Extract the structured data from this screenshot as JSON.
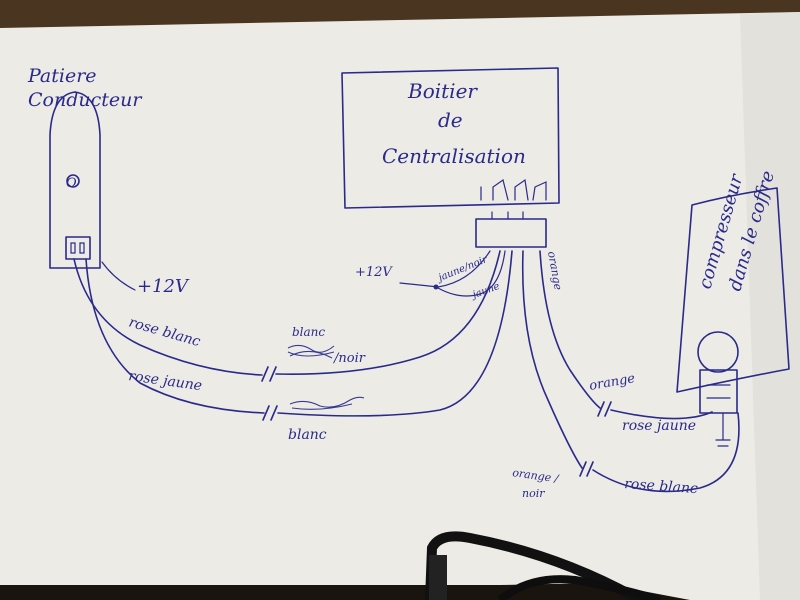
{
  "labels": {
    "patiere": "Patiere",
    "conducteur": "Conducteur",
    "circle_mark": "O",
    "plus12_left": "+12V",
    "plus12_mid": "+12V",
    "boitier_line1": "Boitier",
    "boitier_line2": "de",
    "boitier_line3": "Centralisation",
    "compresseur_line1": "compresseur",
    "compresseur_line2": "dans le coffre",
    "rose_blanc_left": "rose blanc",
    "rose_jaune_left": "rose jaune",
    "blanc_top": "blanc",
    "noir_top": "/noir",
    "blanc_bottom": "blanc",
    "jaune_noir": "jaune/noir",
    "jaune": "jaune",
    "orange_vertical": "orange",
    "orange_right": "orange",
    "rose_jaune_right": "rose jaune",
    "orange_noir_1": "orange /",
    "orange_noir_2": "noir",
    "rose_blanc_right": "rose blanc"
  },
  "colors": {
    "paper": "#ecebe7",
    "ink": "#2a2a8a",
    "background": "#3a2a1a"
  }
}
